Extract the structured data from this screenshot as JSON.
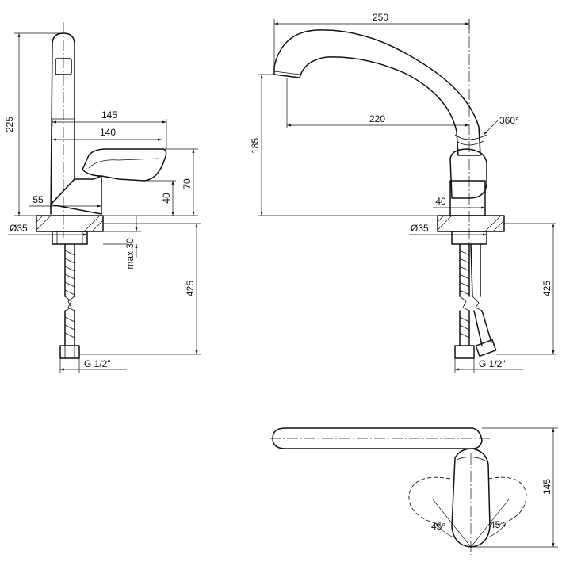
{
  "side_view": {
    "total_height": "225",
    "spout_reach_outer": "145",
    "spout_reach_inner": "140",
    "body_offset": "55",
    "lever_height": "70",
    "base_height": "40",
    "base_diameter": "Ø35",
    "max_thickness": "max.30",
    "hose_length": "425",
    "thread": "G 1/2\""
  },
  "front_view": {
    "width": "250",
    "outlet_height": "185",
    "outlet_reach": "220",
    "rotation": "360°",
    "base_width": "40",
    "base_diameter": "Ø35",
    "hose_length": "425",
    "thread": "G 1/2\""
  },
  "top_view": {
    "depth": "145",
    "angle_left": "45°",
    "angle_right": "45°"
  }
}
